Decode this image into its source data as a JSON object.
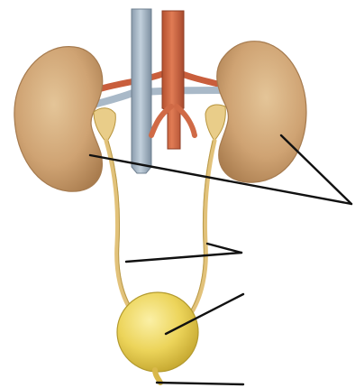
{
  "diagram": {
    "structures": [
      {
        "name": "kidney-left"
      },
      {
        "name": "kidney-right"
      },
      {
        "name": "inferior-vena-cava"
      },
      {
        "name": "aorta"
      },
      {
        "name": "ureter-left"
      },
      {
        "name": "ureter-right"
      },
      {
        "name": "bladder"
      },
      {
        "name": "urethra"
      }
    ],
    "label_lines": [
      {
        "name": "label-line-kidney-left"
      },
      {
        "name": "label-line-kidney-right"
      },
      {
        "name": "label-line-ureter"
      },
      {
        "name": "label-line-bladder"
      },
      {
        "name": "label-line-urethra"
      }
    ],
    "colors": {
      "kidney": "#c9a070",
      "kidney_light": "#e0c08e",
      "kidney_dark": "#a97c4e",
      "vein": "#a9b9c8",
      "vein_dark": "#7d8fa0",
      "artery": "#d46a46",
      "artery_dark": "#a84a2e",
      "ureter": "#e2c27a",
      "bladder": "#ecd45a",
      "bladder_dark": "#c8ac32",
      "line": "#111111"
    }
  }
}
